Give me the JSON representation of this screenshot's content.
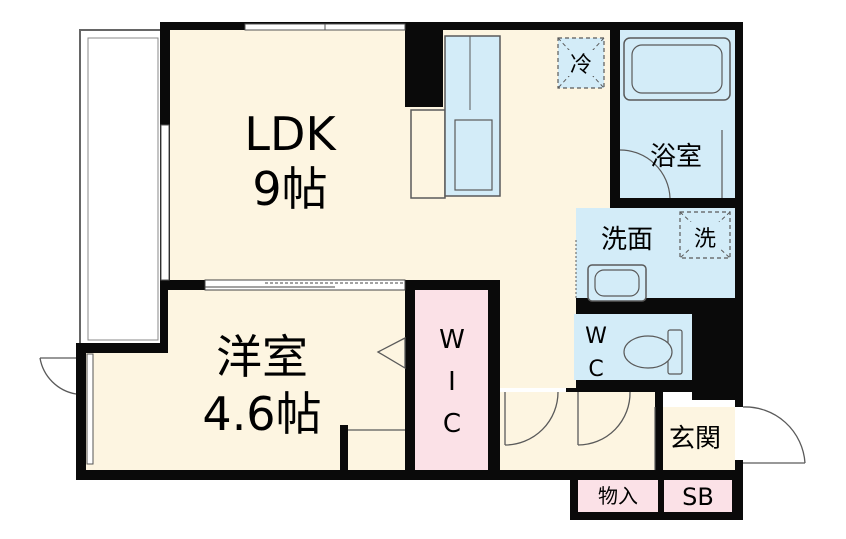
{
  "floor_plan": {
    "rooms": {
      "ldk": {
        "name": "LDK",
        "size": "9帖"
      },
      "western": {
        "name": "洋室",
        "size": "4.6帖"
      },
      "wic": {
        "chars": [
          "W",
          "I",
          "C"
        ]
      },
      "bath": {
        "name": "浴室"
      },
      "washroom": {
        "name": "洗面"
      },
      "wc": {
        "chars": [
          "W",
          "C"
        ]
      },
      "entrance": {
        "name": "玄関"
      },
      "storage": {
        "name": "物入"
      },
      "shoebox": {
        "name": "SB"
      }
    },
    "appliance_spaces": {
      "fridge": "冷",
      "washer": "洗"
    }
  },
  "colors": {
    "wall": "#0a0a0a",
    "floor": "#fdf5e1",
    "wet_area": "#d3ecf8",
    "storage_pink": "#fbe1e7",
    "fixture_outline": "#5a5a5a"
  }
}
